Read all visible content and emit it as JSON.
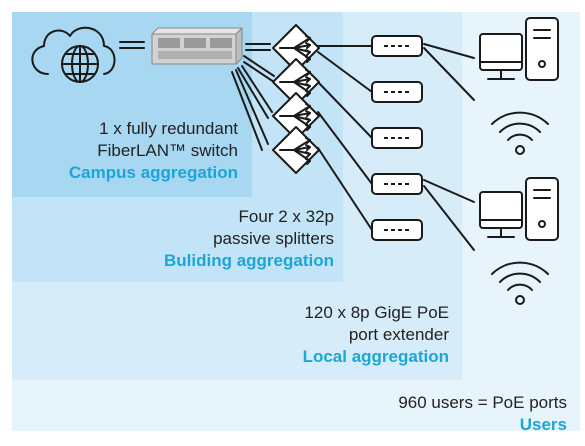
{
  "campus": {
    "line1": "1 x fully redundant",
    "line2": "FiberLAN™ switch",
    "label": "Campus aggregation"
  },
  "building": {
    "line1": "Four 2 x 32p",
    "line2": "passive splitters",
    "label": "Buliding aggregation"
  },
  "local": {
    "line1": "120 x 8p GigE PoE",
    "line2": "port extender",
    "label": "Local aggregation"
  },
  "users": {
    "line1": "960 users = PoE ports",
    "label": "Users"
  },
  "colors": {
    "accent": "#1aa6d9",
    "stroke": "#1a1a1a",
    "zone_campus": "#a7d7f1",
    "zone_building": "#c2e4f6",
    "zone_local": "#d6edf9",
    "zone_users": "#e7f4fc"
  },
  "icons": [
    "cloud-globe-icon",
    "switch-chassis-icon",
    "splitter-icon",
    "port-extender-icon",
    "desktop-computer-icon",
    "wifi-icon"
  ]
}
